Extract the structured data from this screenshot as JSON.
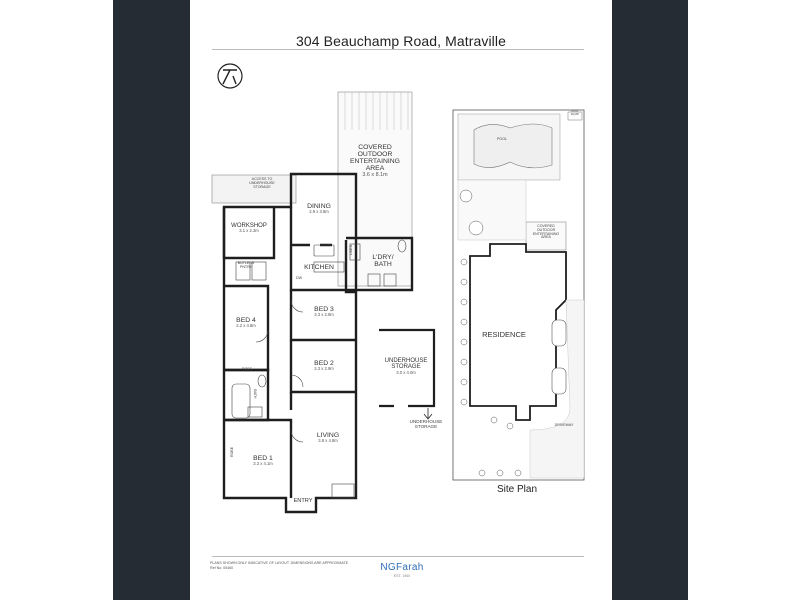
{
  "title": "304 Beauchamp Road, Matraville",
  "rooms": {
    "covered": {
      "name": "COVERED\nOUTDOOR\nENTERTAINING\nAREA",
      "dim": "3.6 x 8.1m"
    },
    "dining": {
      "name": "DINING",
      "dim": "2.9 x 3.8m"
    },
    "access": {
      "name": "ACCESS TO\nUNDERHOUSE\nSTORAGE"
    },
    "workshop": {
      "name": "WORKSHOP",
      "dim": "3.1 x 2.3m"
    },
    "butlers": {
      "name": "BUTLERS\nPNTRY"
    },
    "kitchen": {
      "name": "KITCHEN"
    },
    "ldry": {
      "name": "L'DRY/\nBATH"
    },
    "bed4": {
      "name": "BED 4",
      "dim": "2.2 x 4.8m"
    },
    "bed3": {
      "name": "BED 3",
      "dim": "3.3 x 2.9m"
    },
    "bed2": {
      "name": "BED 2",
      "dim": "3.3 x 2.9m"
    },
    "robe1": {
      "name": "ROBE"
    },
    "bath": {
      "name": "BATH"
    },
    "living": {
      "name": "LIVING",
      "dim": "3.8 x 4.8m"
    },
    "bed1": {
      "name": "BED 1",
      "dim": "3.3 x 4.1m"
    },
    "robe2": {
      "name": "ROBE"
    },
    "entry": {
      "name": "ENTRY"
    },
    "storage": {
      "name": "UNDERHOUSE\nSTORAGE",
      "dim": "3.0 x 4.0m"
    },
    "storage2": {
      "name": "UNDERHOUSE\nSTORAGE"
    },
    "dw": "DW",
    "linen": "LINEN"
  },
  "site": {
    "label": "Site Plan",
    "residence": "RESIDENCE",
    "pool": "POOL",
    "covered": "COVERED\nOUTDOOR\nENTERTAINING\nAREA",
    "driveway": "DRIVEWAY",
    "pool_equip": "POOL\nEQUIP"
  },
  "footer": {
    "disclaimer": "PLANS SHOWN ONLY INDICATIVE OF LAYOUT. DIMENSIONS ARE APPROXIMATE.\nRef No: 05460",
    "logo": "NGFarah",
    "est": "EST. 1960"
  },
  "colors": {
    "band": "#262c33",
    "wall": "#1e1e1e",
    "logo": "#2f6db5"
  }
}
